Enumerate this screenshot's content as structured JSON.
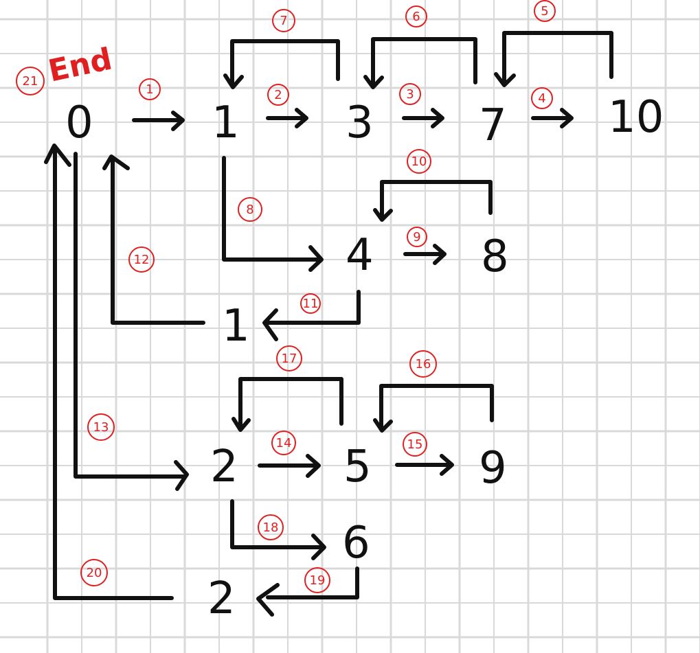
{
  "colors": {
    "background": "#ffffff",
    "grid": "#d9d9d9",
    "ink": "#111111",
    "annotation": "#e02020"
  },
  "nodes": {
    "n0": "0",
    "n1": "1",
    "n3": "3",
    "n7": "7",
    "n10": "10",
    "n4": "4",
    "n8": "8",
    "n1_return": "1",
    "n2": "2",
    "n5": "5",
    "n9": "9",
    "n6": "6",
    "n2_return": "2"
  },
  "steps": {
    "s1": "1",
    "s2": "2",
    "s3": "3",
    "s4": "4",
    "s5": "5",
    "s6": "6",
    "s7": "7",
    "s8": "8",
    "s9": "9",
    "s10": "10",
    "s11": "11",
    "s12": "12",
    "s13": "13",
    "s14": "14",
    "s15": "15",
    "s16": "16",
    "s17": "17",
    "s18": "18",
    "s19": "19",
    "s20": "20",
    "s21": "21"
  },
  "end_label": "End"
}
